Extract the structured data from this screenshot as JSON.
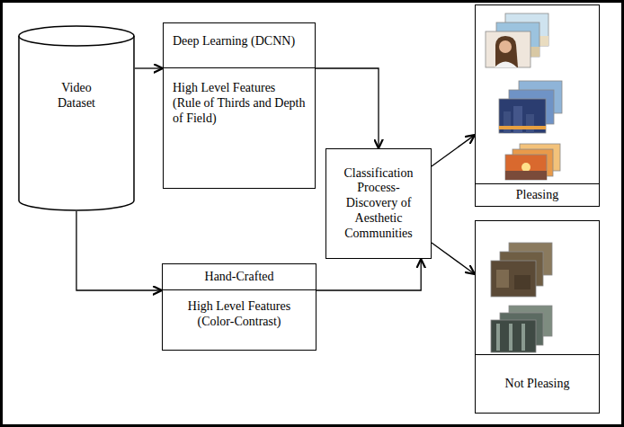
{
  "diagram": {
    "nodes": [
      {
        "text": [
          "Video Dataset"
        ]
      },
      {
        "text": [
          "Deep Learning (DCNN)",
          "High Level Features (Rule of Thirds and Depth of Field)"
        ]
      },
      {
        "text": [
          "Hand-Crafted",
          "High Level Features (Color-Contrast)"
        ]
      },
      {
        "text": [
          "Classification Process- Discovery of Aesthetic Communities"
        ]
      },
      {
        "text": [
          "Pleasing"
        ]
      },
      {
        "text": [
          "Not Pleasing"
        ]
      }
    ],
    "edges": [
      {
        "from": 0,
        "to": 1,
        "arrow": "to"
      },
      {
        "from": 0,
        "to": 2,
        "arrow": "to"
      },
      {
        "from": 1,
        "to": 3,
        "arrow": "to"
      },
      {
        "from": 2,
        "to": 3,
        "arrow": "to"
      },
      {
        "from": 3,
        "to": 4,
        "arrow": "to"
      },
      {
        "from": 3,
        "to": 5,
        "arrow": "to"
      }
    ]
  }
}
